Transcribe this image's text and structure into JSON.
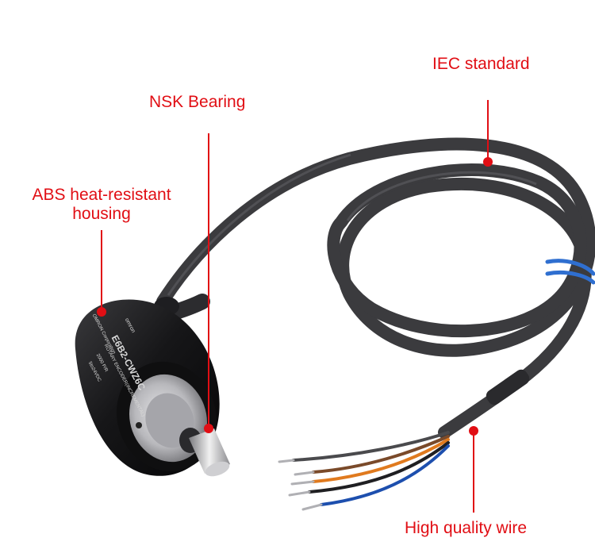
{
  "callouts": {
    "iec": "IEC standard",
    "nsk": "NSK Bearing",
    "abs_line1": "ABS heat-resistant",
    "abs_line2": "housing",
    "wire": "High quality wire"
  },
  "encoder_print": {
    "brand": "omron",
    "model": "E6B2-CWZ6C",
    "type": "ROTARY ENCODER(INCREMENTAL)",
    "resolution": "2000 P/R",
    "supply": "5to24VDC",
    "maker": "OMRON Corporation"
  },
  "colors": {
    "callout": "#e10e14",
    "cable": "#3a3a3c",
    "housing": "#1c1c1e",
    "background": "#ffffff"
  }
}
